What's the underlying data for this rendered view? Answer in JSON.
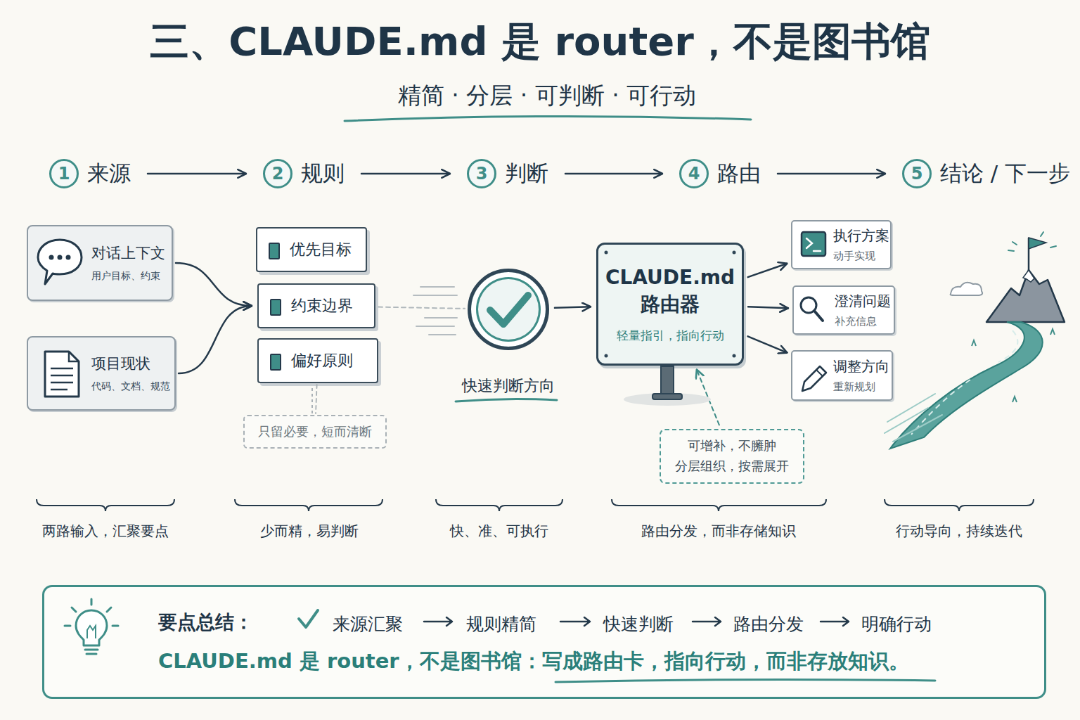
{
  "diagram": {
    "title": "三、CLAUDE.md 是 router，不是图书馆",
    "nodes": [
      {
        "text": [
          "1",
          "来源"
        ]
      },
      {
        "text": [
          "2",
          "规则"
        ]
      },
      {
        "text": [
          "3",
          "判断"
        ]
      },
      {
        "text": [
          "4",
          "路由"
        ]
      },
      {
        "text": [
          "5",
          "结论 / 下一步"
        ]
      },
      {
        "text": [
          "对话上下文",
          "用户目标、约束"
        ]
      },
      {
        "text": [
          "项目现状",
          "代码、文档、规范"
        ]
      },
      {
        "text": [
          "优先目标"
        ]
      },
      {
        "text": [
          "约束边界"
        ]
      },
      {
        "text": [
          "偏好原则"
        ]
      },
      {
        "text": [
          "只留必要，短而清断"
        ]
      },
      {
        "text": [
          "快速判断方向"
        ]
      },
      {
        "text": [
          "CLAUDE.md 路由器",
          "轻量指引，指向行动"
        ]
      },
      {
        "text": [
          "执行方案",
          "动手实现"
        ]
      },
      {
        "text": [
          "澄清问题",
          "补充信息"
        ]
      },
      {
        "text": [
          "调整方向",
          "重新规划"
        ]
      },
      {
        "text": [
          "可增补，不臃肿 分层组织，按需展开"
        ]
      },
      {
        "text": [
          "要点总结：",
          "来源汇聚",
          "规则精简",
          "快速判断",
          "路由分发",
          "明确行动",
          "CLAUDE.md 是 router，不是图书馆：写成路由卡，指向行动，而非存放知识。"
        ]
      }
    ],
    "edges": [
      {
        "from": 0,
        "to": 1,
        "arrow": "to"
      },
      {
        "from": 1,
        "to": 2,
        "arrow": "to"
      },
      {
        "from": 2,
        "to": 3,
        "arrow": "to"
      },
      {
        "from": 3,
        "to": 4,
        "arrow": "to"
      },
      {
        "from": 5,
        "to": 8,
        "arrow": "to"
      },
      {
        "from": 6,
        "to": 8,
        "arrow": "to"
      },
      {
        "from": 8,
        "to": 11,
        "arrow": "none"
      },
      {
        "from": 11,
        "to": 12,
        "arrow": "to"
      },
      {
        "from": 12,
        "to": 13,
        "arrow": "to"
      },
      {
        "from": 12,
        "to": 14,
        "arrow": "to"
      },
      {
        "from": 12,
        "to": 15,
        "arrow": "to"
      },
      {
        "from": 9,
        "to": 10,
        "arrow": "none"
      },
      {
        "from": 16,
        "to": 12,
        "arrow": "to"
      }
    ],
    "labels": [
      "精简 · 分层 · 可判断 · 可行动",
      "两路输入，汇聚要点",
      "少而精，易判断",
      "快、准、可执行",
      "路由分发，而非存储知识",
      "行动导向，持续迭代"
    ]
  }
}
